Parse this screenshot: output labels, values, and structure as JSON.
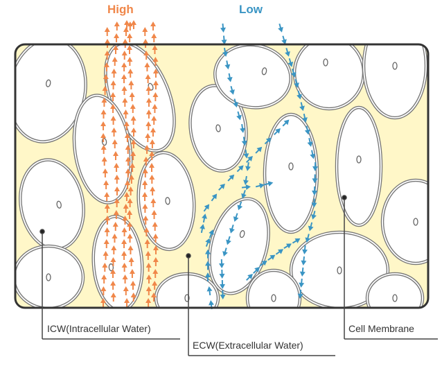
{
  "title_high": "High",
  "title_low": "Low",
  "colors": {
    "high": "#f0874a",
    "low": "#3a95c4",
    "ecw_fill": "#fff7c8",
    "cell_fill": "#ffffff",
    "outline": "#333333"
  },
  "labels": {
    "icw": "ICW(Intracellular Water)",
    "ecw": "ECW(Extracellular Water)",
    "membrane": "Cell Membrane"
  },
  "legend_description": {
    "high_flow": "High-frequency current flowing through cells (orange arrows)",
    "low_flow": "Low-frequency current flowing around cells through extracellular water (blue arrows)"
  }
}
